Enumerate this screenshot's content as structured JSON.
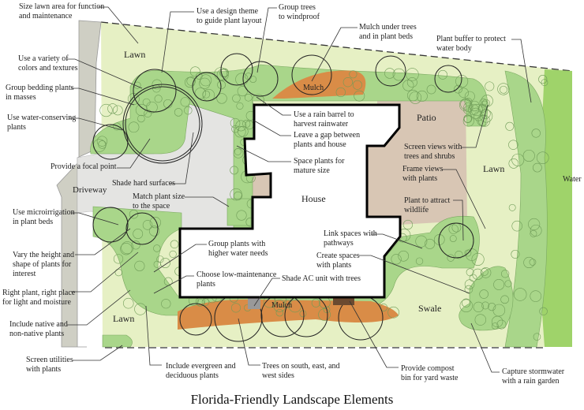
{
  "title": "Florida-Friendly Landscape Elements",
  "areas": {
    "lawn": "Lawn",
    "driveway": "Driveway",
    "house": "House",
    "patio": "Patio",
    "mulch": "Mulch",
    "swale": "Swale",
    "water": "Water"
  },
  "labels": [
    "Size lawn area for function\nand maintenance",
    "Use a design theme\nto guide plant layout",
    "Group trees\nto windproof",
    "Mulch under trees\nand in plant beds",
    "Plant buffer to protect\nwater body",
    "Use a variety of\ncolors and textures",
    "Group bedding plants\nin masses",
    "Use water-conserving\nplants",
    "Provide a focal point",
    "Shade hard surfaces",
    "Match plant size\nto the space",
    "Use a rain barrel to\nharvest rainwater",
    "Leave a gap between\nplants and house",
    "Space plants for\nmature size",
    "Screen views with\ntrees and shrubs",
    "Frame views\nwith plants",
    "Plant to attract\nwildlife",
    "Link spaces with\npathways",
    "Create spaces\nwith plants",
    "Shade AC unit with trees",
    "Use microirrigation\nin plant beds",
    "Vary the height and\nshape of plants for\ninterest",
    "Right plant, right place\nfor light and moisture",
    "Group plants with\nhigher water needs",
    "Choose low-maintenance\nplants",
    "Include native and\nnon-native plants",
    "Screen utilities\nwith plants",
    "Include evergreen and\ndeciduous plants",
    "Trees on south, east, and\nwest sides",
    "Provide compost\nbin for yard waste",
    "Capture stormwater\nwith a rain garden"
  ],
  "colors": {
    "lawn": "#e6f0c4",
    "beds": "#a9d68a",
    "mulch": "#d98c47",
    "patio": "#d8c6b4",
    "hardscape": "#e4e4e2",
    "driveway_band": "#cfcfc4",
    "water_strip": "#9fd36a"
  }
}
